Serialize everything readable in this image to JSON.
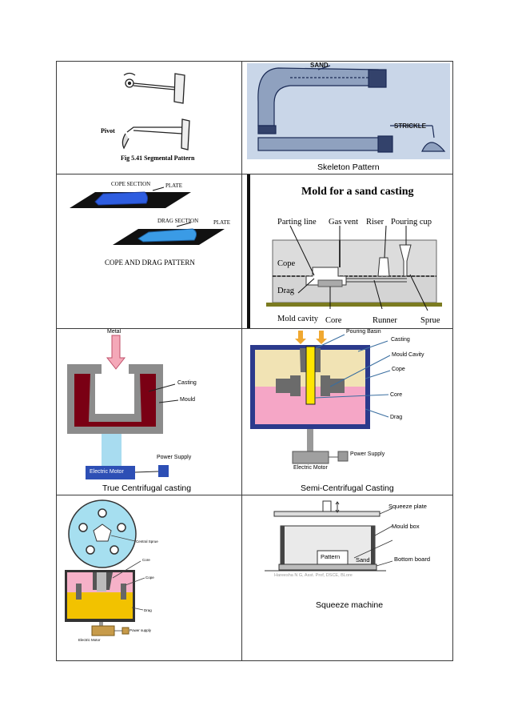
{
  "segmental": {
    "fig_caption": "Fig 5.41  Segmental Pattern",
    "pivot": "Pivot"
  },
  "skeleton": {
    "sand": "SAND",
    "strickle": "STRICKLE",
    "caption": "Skeleton Pattern"
  },
  "cope_drag": {
    "cope_section": "COPE SECTION",
    "drag_section": "DRAG SECTION",
    "plate": "PLATE",
    "caption": "COPE AND DRAG PATTERN"
  },
  "sand_mold": {
    "title": "Mold for a sand casting",
    "parting_line": "Parting line",
    "gas_vent": "Gas vent",
    "riser": "Riser",
    "pouring_cup": "Pouring cup",
    "cope": "Cope",
    "drag": "Drag",
    "mold_cavity": "Mold cavity",
    "core": "Core",
    "runner": "Runner",
    "sprue": "Sprue"
  },
  "true_centrifugal": {
    "metal": "Metal",
    "casting": "Casting",
    "mould": "Mould",
    "power_supply": "Power Supply",
    "electric_motor": "Electric Motor",
    "caption": "True Centrifugal casting"
  },
  "semi_centrifugal": {
    "pouring_basin": "Pouring Basin",
    "casting": "Casting",
    "mould_cavity": "Mould Cavity",
    "cope": "Cope",
    "core": "Core",
    "drag": "Drag",
    "power_supply": "Power Supply",
    "electric_motor": "Electric Motor",
    "caption": "Semi-Centrifugal Casting"
  },
  "centrifuging": {
    "central_sprue": "Central Sprue",
    "core": "Core",
    "cope": "Cope",
    "drag": "Drag",
    "power_supply": "Power supply",
    "electric_motor": "Electric Motor"
  },
  "squeeze": {
    "squeeze_plate": "Squeeze plate",
    "mould_box": "Mould box",
    "sand": "Sand",
    "pattern": "Pattern",
    "bottom_board": "Bottom board",
    "watermark": "Hareesha N G, Asst. Prof, DSCE, BLore",
    "caption": "Squeeze machine"
  }
}
